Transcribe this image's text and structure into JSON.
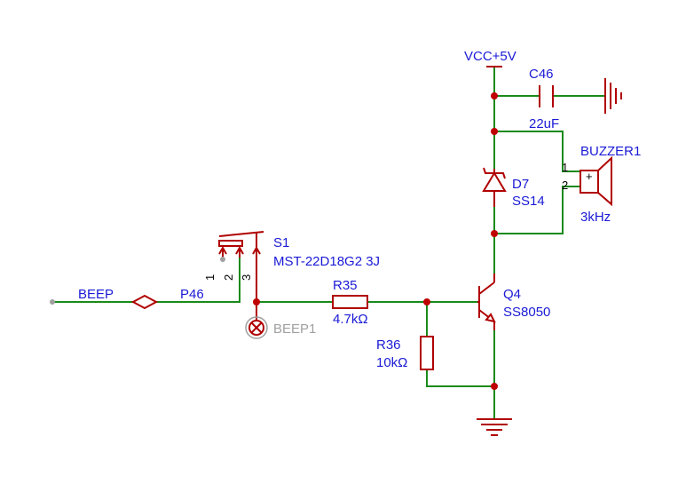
{
  "colors": {
    "wire": "#1a8a1a",
    "component": "#b00000",
    "label": "#1a1ad6",
    "junction": "#c00000",
    "gray": "#a0a0a0"
  },
  "net": {
    "beep_label": "BEEP",
    "port_label": "P46",
    "vcc_label": "VCC+5V"
  },
  "s1": {
    "designator": "S1",
    "value": "MST-22D18G2 3J",
    "pin1": "1",
    "pin2": "2",
    "pin3": "3"
  },
  "testpoint": {
    "label": "BEEP1"
  },
  "r35": {
    "designator": "R35",
    "value": "4.7kΩ"
  },
  "r36": {
    "designator": "R36",
    "value": "10kΩ"
  },
  "q4": {
    "designator": "Q4",
    "value": "SS8050"
  },
  "d7": {
    "designator": "D7",
    "value": "SS14"
  },
  "c46": {
    "designator": "C46",
    "value": "22uF"
  },
  "buzzer": {
    "designator": "BUZZER1",
    "value": "3kHz",
    "pin1": "1",
    "pin2": "2",
    "plus": "+"
  }
}
